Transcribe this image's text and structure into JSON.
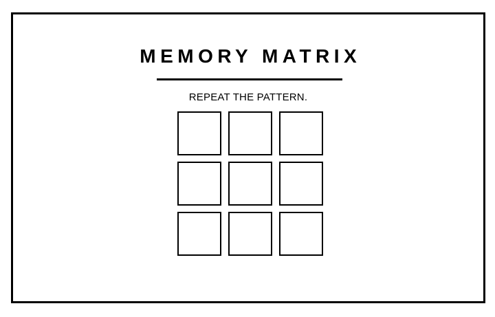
{
  "app": {
    "title": "MEMORY MATRIX",
    "subtitle": "REPEAT THE PATTERN.",
    "colors": {
      "ink": "#000000",
      "surface": "#ffffff",
      "border": "#000000"
    }
  },
  "grid": {
    "rows": 3,
    "columns": 3,
    "cells": [
      {
        "row": 1,
        "column": 1,
        "state": "empty",
        "label": ""
      },
      {
        "row": 1,
        "column": 2,
        "state": "empty",
        "label": ""
      },
      {
        "row": 1,
        "column": 3,
        "state": "empty",
        "label": ""
      },
      {
        "row": 2,
        "column": 1,
        "state": "empty",
        "label": ""
      },
      {
        "row": 2,
        "column": 2,
        "state": "empty",
        "label": ""
      },
      {
        "row": 2,
        "column": 3,
        "state": "empty",
        "label": ""
      },
      {
        "row": 3,
        "column": 1,
        "state": "empty",
        "label": ""
      },
      {
        "row": 3,
        "column": 2,
        "state": "empty",
        "label": ""
      },
      {
        "row": 3,
        "column": 3,
        "state": "empty",
        "label": ""
      }
    ]
  }
}
